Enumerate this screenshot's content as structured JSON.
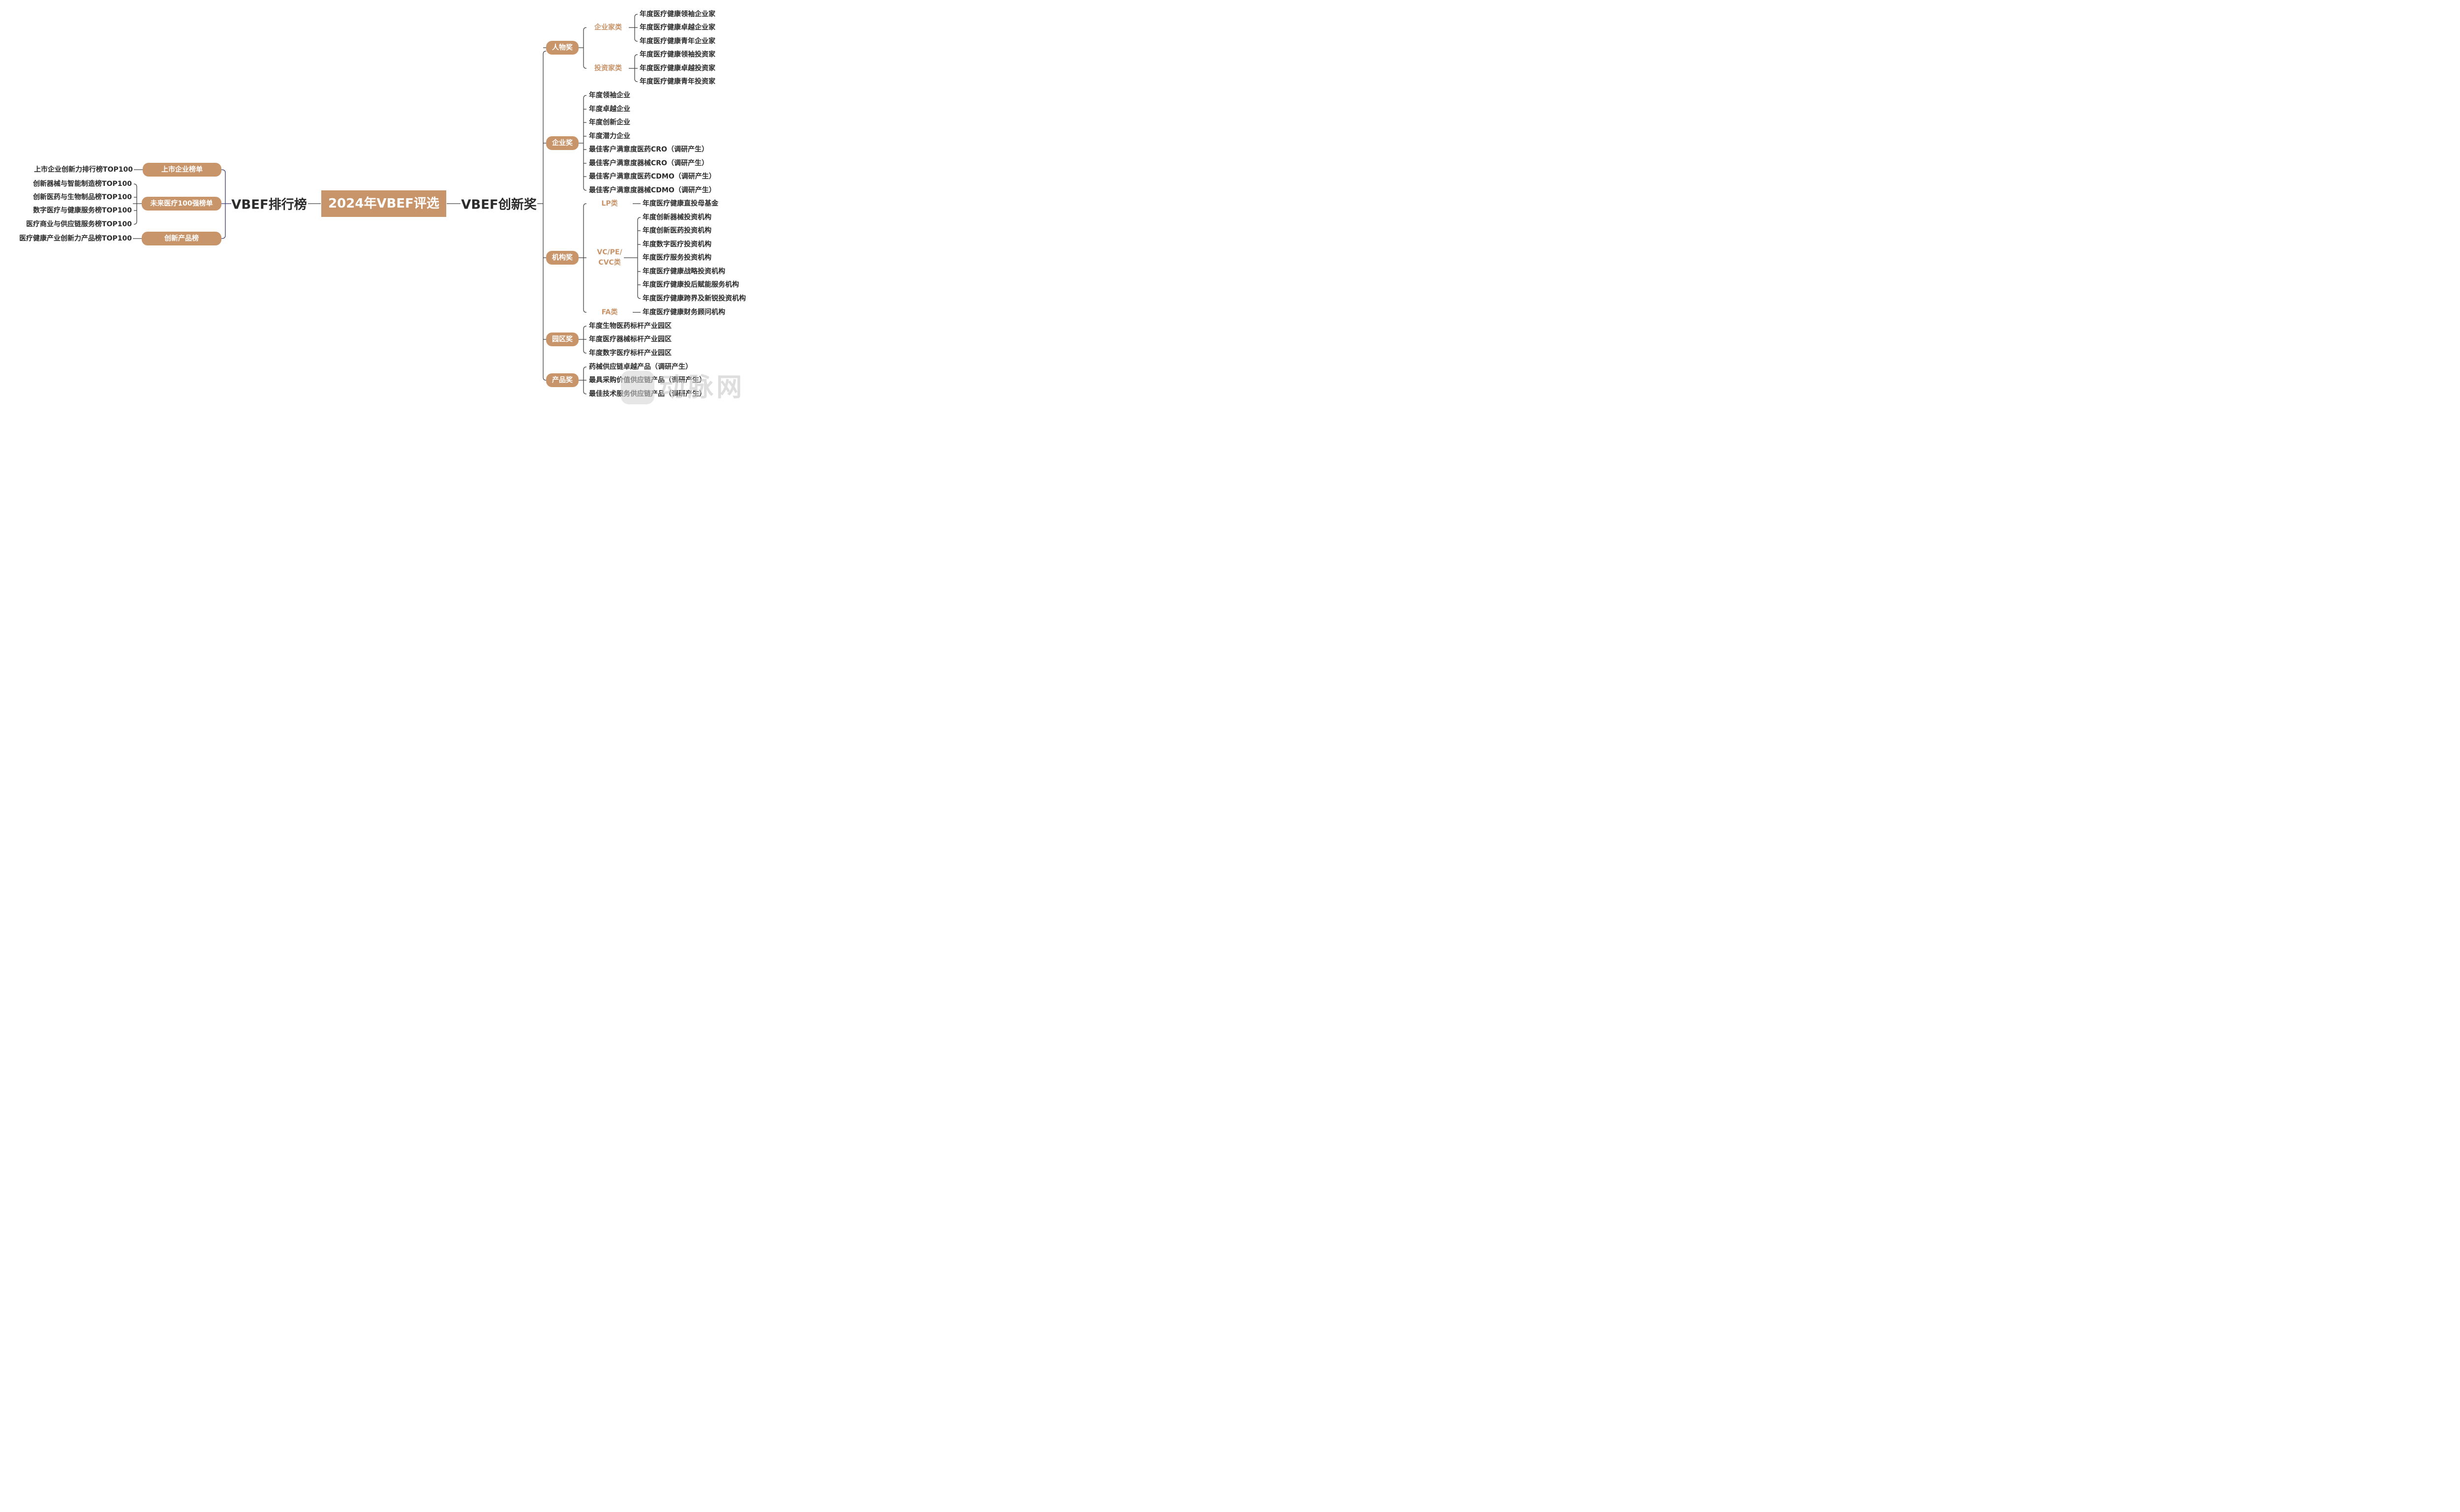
{
  "root": "2024年VBEF评选",
  "left_branch": "VBEF排行榜",
  "right_branch": "VBEF创新奖",
  "rankings": [
    {
      "label": "上市企业榜单",
      "items": [
        "上市企业创新力排行榜TOP100"
      ]
    },
    {
      "label": "未来医疗100强榜单",
      "items": [
        "创新器械与智能制造榜TOP100",
        "创新医药与生物制品榜TOP100",
        "数字医疗与健康服务榜TOP100",
        "医疗商业与供应链服务榜TOP100"
      ]
    },
    {
      "label": "创新产品榜",
      "items": [
        "医疗健康产业创新力产品榜TOP100"
      ]
    }
  ],
  "awards": {
    "person": {
      "label": "人物奖",
      "groups": [
        {
          "label": "企业家类",
          "items": [
            "年度医疗健康领袖企业家",
            "年度医疗健康卓越企业家",
            "年度医疗健康青年企业家"
          ]
        },
        {
          "label": "投资家类",
          "items": [
            "年度医疗健康领袖投资家",
            "年度医疗健康卓越投资家",
            "年度医疗健康青年投资家"
          ]
        }
      ]
    },
    "enterprise": {
      "label": "企业奖",
      "items": [
        "年度领袖企业",
        "年度卓越企业",
        "年度创新企业",
        "年度潜力企业",
        "最佳客户满意度医药CRO（调研产生）",
        "最佳客户满意度器械CRO（调研产生）",
        "最佳客户满意度医药CDMO（调研产生）",
        "最佳客户满意度器械CDMO（调研产生）"
      ]
    },
    "institution": {
      "label": "机构奖",
      "groups": [
        {
          "label": "LP类",
          "items": [
            "年度医疗健康直投母基金"
          ]
        },
        {
          "label_lines": [
            "VC/PE/",
            "CVC类"
          ],
          "items": [
            "年度创新器械投资机构",
            "年度创新医药投资机构",
            "年度数字医疗投资机构",
            "年度医疗服务投资机构",
            "年度医疗健康战略投资机构",
            "年度医疗健康投后赋能服务机构",
            "年度医疗健康跨界及新锐投资机构"
          ]
        },
        {
          "label": "FA类",
          "items": [
            "年度医疗健康财务顾问机构"
          ]
        }
      ]
    },
    "park": {
      "label": "园区奖",
      "items": [
        "年度生物医药标杆产业园区",
        "年度医疗器械标杆产业园区",
        "年度数字医疗标杆产业园区"
      ]
    },
    "product": {
      "label": "产品奖",
      "items": [
        "药械供应链卓越产品（调研产生）",
        "最具采购价值供应链产品（调研产生）",
        "最佳技术服务供应链产品（调研产生）"
      ]
    }
  },
  "watermark": "动脉网",
  "colors": {
    "accent": "#c8946a",
    "text": "#2b2b2b",
    "line": "#444444",
    "line_blue": "#3a3a6a"
  }
}
